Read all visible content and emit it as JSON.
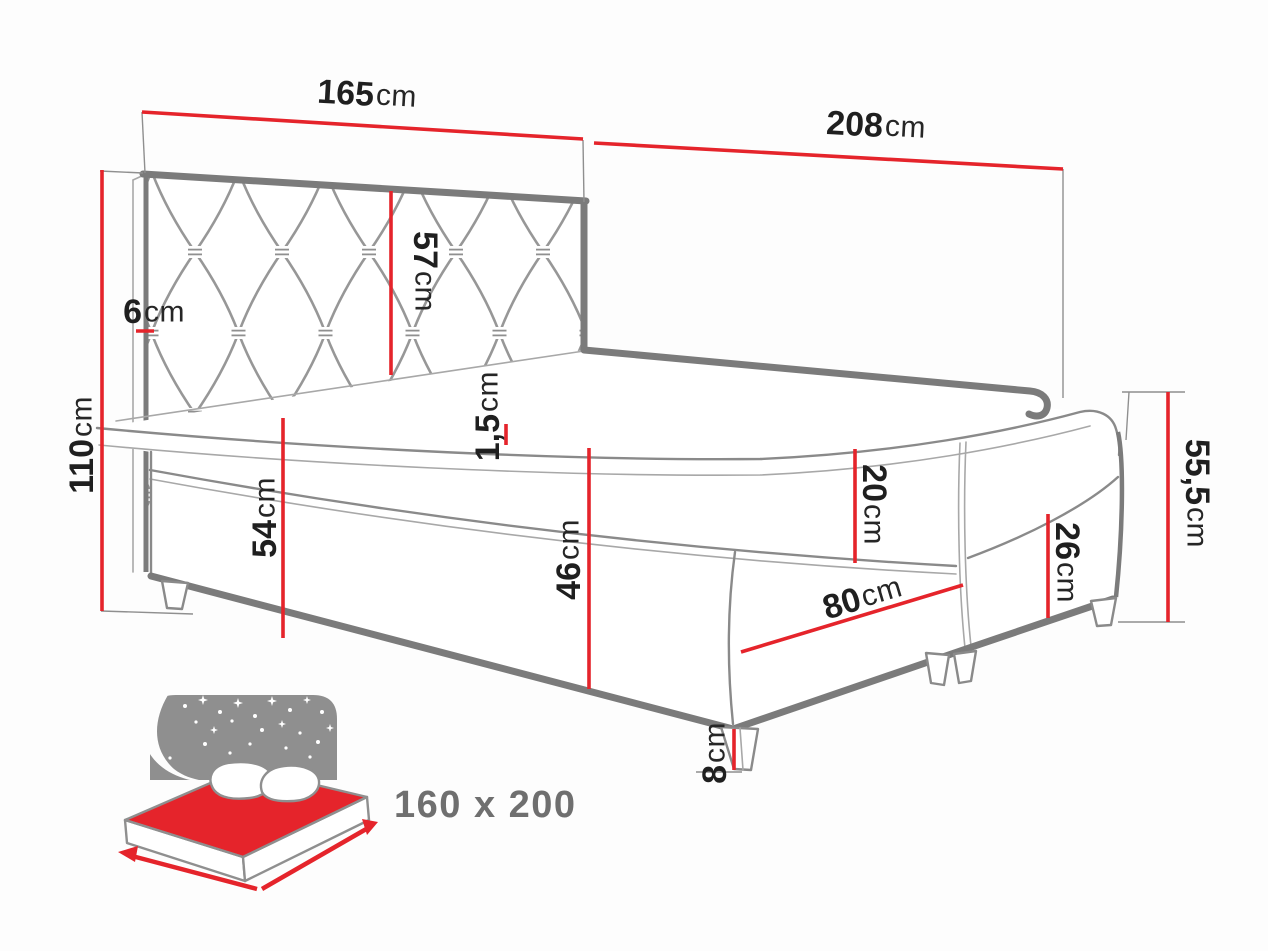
{
  "diagram": {
    "dimensions": {
      "headboard_width": {
        "value": "165",
        "unit": "cm"
      },
      "bed_length": {
        "value": "208",
        "unit": "cm"
      },
      "total_height": {
        "value": "110",
        "unit": "cm"
      },
      "headboard_thickness": {
        "value": "6",
        "unit": "cm"
      },
      "headboard_height": {
        "value": "57",
        "unit": "cm"
      },
      "topper_height": {
        "value": "1,5",
        "unit": "cm"
      },
      "base_floor_height": {
        "value": "54",
        "unit": "cm"
      },
      "side_height": {
        "value": "46",
        "unit": "cm"
      },
      "mattress_height": {
        "value": "20",
        "unit": "cm"
      },
      "box_height": {
        "value": "26",
        "unit": "cm"
      },
      "foot_end_height": {
        "value": "55,5",
        "unit": "cm"
      },
      "section_length": {
        "value": "80",
        "unit": "cm"
      },
      "leg_height": {
        "value": "8",
        "unit": "cm"
      }
    },
    "size_badge": {
      "label": "160 x 200"
    },
    "colors": {
      "dimension_red": "#e5242b",
      "label_black": "#1f1f1f",
      "drawing_gray": "#7b7b7b",
      "icon_gray": "#8f8f8f",
      "badge_gray": "#6f6f6f"
    }
  }
}
